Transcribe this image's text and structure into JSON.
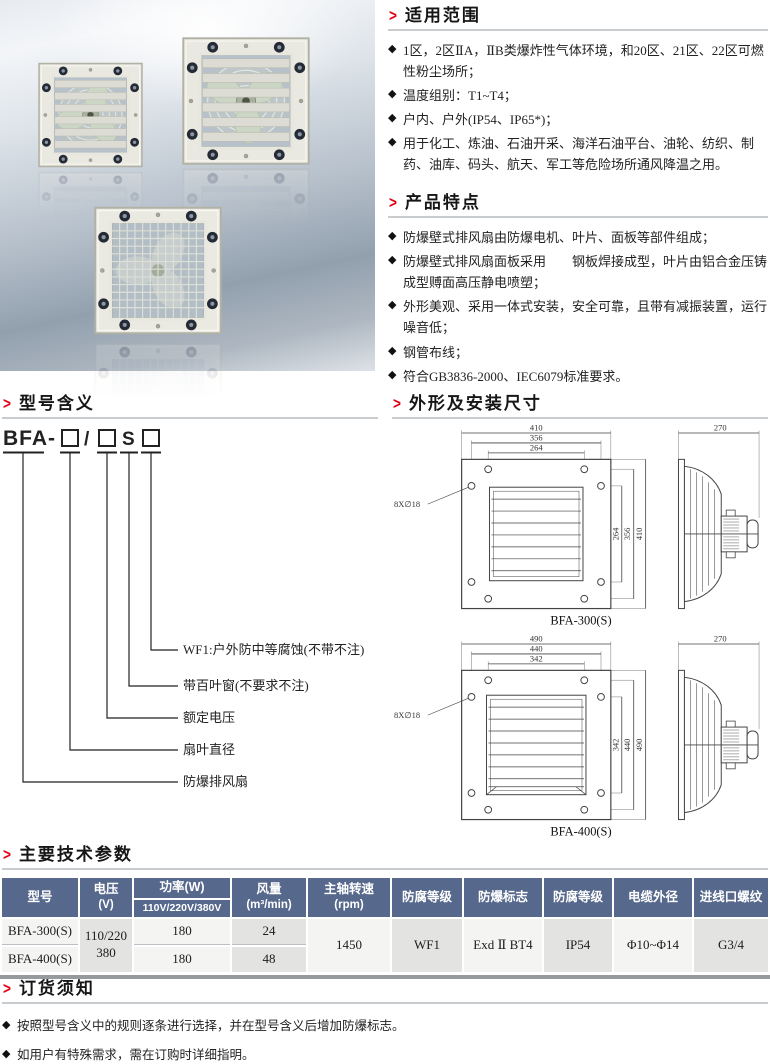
{
  "ui": {
    "arrow": ">",
    "bullet": "◆"
  },
  "colors": {
    "accent": "#e60012",
    "table_header_bg": "#56688c"
  },
  "sections": {
    "scope": {
      "title": "适用范围",
      "bullets": [
        "1区，2区ⅡA，ⅡB类爆炸性气体环境，和20区、21区、22区可燃性粉尘场所；",
        "温度组别：T1~T4；",
        "户内、户外(IP54、IP65*)；",
        "用于化工、炼油、石油开采、海洋石油平台、油轮、纺织、制药、油库、码头、航天、军工等危险场所通风降温之用。"
      ]
    },
    "features": {
      "title": "产品特点",
      "bullets": [
        "防爆壁式排风扇由防爆电机、叶片、面板等部件组成；",
        "防爆壁式排风扇面板采用　　钢板焊接成型，叶片由铝合金压铸成型赙面高压静电喷塑；",
        "外形美观、采用一体式安装，安全可靠，且带有减振装置，运行噪音低；",
        "钢管布线；",
        "符合GB3836-2000、IEC6079标准要求。"
      ]
    },
    "model": {
      "title": "型号含义",
      "code": {
        "prefix": "BFA",
        "dash": "-",
        "slash": "/",
        "s": "S"
      },
      "callouts": [
        "WF1:户外防中等腐蚀(不带不注)",
        "带百叶窗(不要求不注)",
        "额定电压",
        "扇叶直径",
        "防爆排风扇"
      ]
    },
    "dimensions": {
      "title": "外形及安装尺寸",
      "drawings": [
        {
          "caption": "BFA-300(S)",
          "holes_label": "8X∅18",
          "top_dims": [
            "410",
            "356",
            "264"
          ],
          "right_dims": [
            "264",
            "356",
            "410"
          ],
          "side_width": "270"
        },
        {
          "caption": "BFA-400(S)",
          "holes_label": "8X∅18",
          "top_dims": [
            "490",
            "440",
            "342"
          ],
          "right_dims": [
            "342",
            "440",
            "490"
          ],
          "side_width": "270"
        }
      ]
    },
    "specs": {
      "title": "主要技术参数",
      "table": {
        "headers": {
          "model": "型号",
          "voltage_l1": "电压",
          "voltage_l2": "(V)",
          "power": "功率(W)",
          "power_sub": "110V/220V/380V",
          "airflow_l1": "风量",
          "airflow_l2": "(m³/min)",
          "speed_l1": "主轴转速",
          "speed_l2": "(rpm)",
          "anticorr": "防腐等级",
          "exmark": "防爆标志",
          "protect": "防腐等级",
          "cable": "电缆外径",
          "thread": "进线口螺纹"
        },
        "shared": {
          "voltage_l1": "110/220",
          "voltage_l2": "380",
          "speed": "1450",
          "anticorr": "WF1",
          "exmark": "Exd Ⅱ BT4",
          "protect": "IP54",
          "cable": "Φ10~Φ14",
          "thread": "G3/4"
        },
        "rows": [
          {
            "model": "BFA-300(S)",
            "power": "180",
            "airflow": "24"
          },
          {
            "model": "BFA-400(S)",
            "power": "180",
            "airflow": "48"
          }
        ]
      }
    },
    "ordering": {
      "title": "订货须知",
      "bullets": [
        "按照型号含义中的规则逐条进行选择，并在型号含义后增加防爆标志。",
        "如用户有特殊需求，需在订购时详细指明。"
      ]
    }
  }
}
